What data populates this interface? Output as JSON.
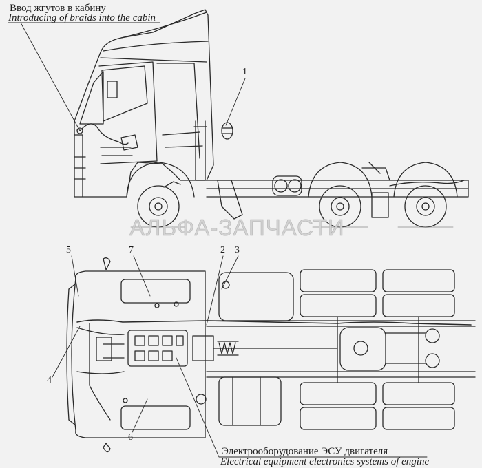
{
  "captions": {
    "top_ru": "Ввод жгутов в кабину",
    "top_en": "Introducing of braids into the cabin",
    "bottom_ru": "Электрооборудование ЭСУ двигателя",
    "bottom_en": "Electrical equipment electronics systems of engine"
  },
  "callouts": {
    "c1": "1",
    "c2": "2",
    "c3": "3",
    "c4": "4",
    "c5": "5",
    "c6": "6",
    "c7": "7"
  },
  "watermark": "АЛЬФА-ЗАПЧАСТИ"
}
